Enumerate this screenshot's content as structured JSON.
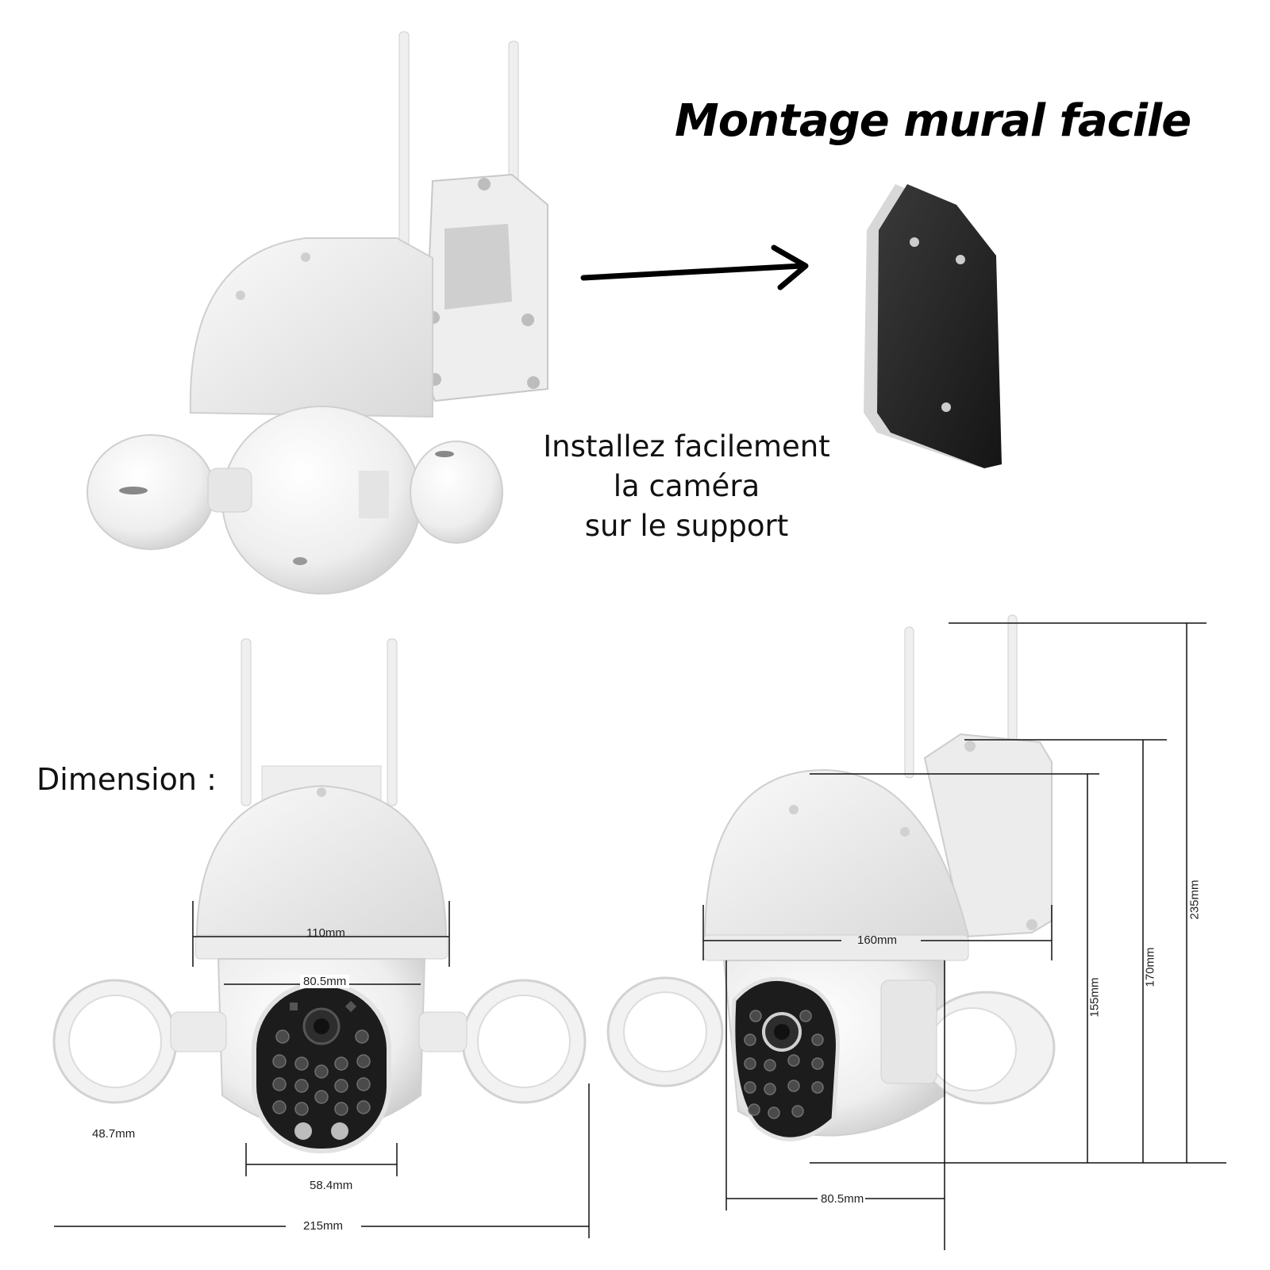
{
  "header": {
    "title": "Montage mural facile",
    "install_lines": [
      "Installez facilement",
      "la caméra",
      "sur le support"
    ]
  },
  "dimension_section": {
    "label": "Dimension :",
    "front_view": {
      "dome_width": "110mm",
      "lens_housing_width": "80.5mm",
      "light_size": "48.7mm",
      "camera_width": "58.4mm",
      "total_width": "215mm"
    },
    "side_view": {
      "dome_width": "160mm",
      "base_depth": "80.5mm",
      "body_height": "155mm",
      "mount_height": "170mm",
      "total_height": "235mm"
    }
  },
  "colors": {
    "body": "#f2f2f2",
    "shadow": "#d6d6d6",
    "pad": "#262626",
    "led": "#2b2b2b",
    "text": "#111111"
  },
  "icons": [
    "arrow-right-icon"
  ]
}
